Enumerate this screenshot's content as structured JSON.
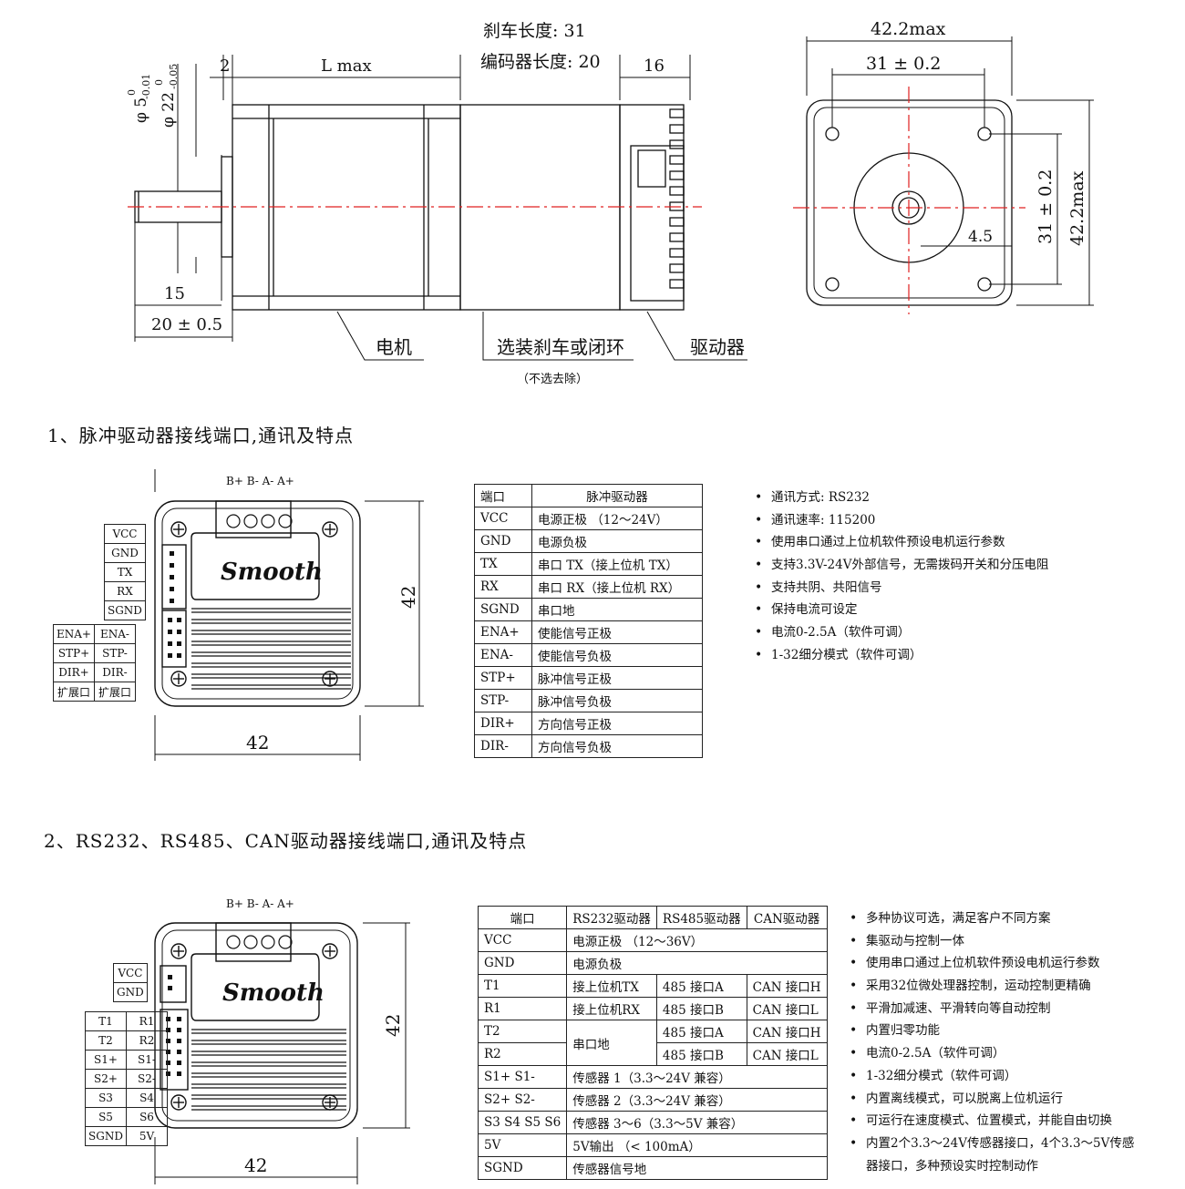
{
  "top_drawing": {
    "brake_length": "刹车长度: 31",
    "encoder_length": "编码器长度: 20",
    "dim_2": "2",
    "dim_l": "L max",
    "dim_16": "16",
    "dim_15": "15",
    "dim_20": "20 ± 0.5",
    "shaft_phi5": "φ 5",
    "shaft_phi5_tol_up": "0",
    "shaft_phi5_tol_low": "-0.01",
    "shaft_phi22": "φ 22",
    "shaft_phi22_tol_up": "0",
    "shaft_phi22_tol_low": "-0.05",
    "label_motor": "电机",
    "label_option": "选装刹车或闭环",
    "label_option_note": "（不选去除）",
    "label_driver": "驱动器",
    "front_max_w": "42.2max",
    "front_hole_w": "31 ± 0.2",
    "front_hole_h": "31 ± 0.2",
    "front_max_h": "42.2max",
    "front_flat": "4.5"
  },
  "section1": {
    "title": "1、脉冲驱动器接线端口,通讯及特点",
    "terminal_label": "B+ B- A- A+",
    "brand": "Smooth",
    "dim_w": "42",
    "dim_h": "42",
    "pin_labels_single": [
      "VCC",
      "GND",
      "TX",
      "RX",
      "SGND"
    ],
    "pin_labels_double": [
      [
        "ENA+",
        "ENA-"
      ],
      [
        "STP+",
        "STP-"
      ],
      [
        "DIR+",
        "DIR-"
      ],
      [
        "扩展口",
        "扩展口"
      ]
    ],
    "table_header": [
      "端口",
      "脉冲驱动器"
    ],
    "table_rows": [
      [
        "VCC",
        "电源正极 （12～24V）"
      ],
      [
        "GND",
        "电源负极"
      ],
      [
        "TX",
        "串口 TX（接上位机 TX）"
      ],
      [
        "RX",
        "串口 RX（接上位机 RX）"
      ],
      [
        "SGND",
        "串口地"
      ],
      [
        "ENA+",
        "使能信号正极"
      ],
      [
        "ENA-",
        "使能信号负极"
      ],
      [
        "STP+",
        "脉冲信号正极"
      ],
      [
        "STP-",
        "脉冲信号负极"
      ],
      [
        "DIR+",
        "方向信号正极"
      ],
      [
        "DIR-",
        "方向信号负极"
      ]
    ],
    "features": [
      "通讯方式: RS232",
      "通讯速率: 115200",
      "使用串口通过上位机软件预设电机运行参数",
      "支持3.3V-24V外部信号，无需拨码开关和分压电阻",
      "支持共阴、共阳信号",
      "保持电流可设定",
      "电流0-2.5A（软件可调）",
      "1-32细分模式（软件可调）"
    ]
  },
  "section2": {
    "title": "2、RS232、RS485、CAN驱动器接线端口,通讯及特点",
    "terminal_label": "B+ B- A- A+",
    "brand": "Smooth",
    "dim_w": "42",
    "dim_h": "42",
    "pin_labels_single": [
      "VCC",
      "GND"
    ],
    "pin_labels_double": [
      [
        "T1",
        "R1"
      ],
      [
        "T2",
        "R2"
      ],
      [
        "S1+",
        "S1-"
      ],
      [
        "S2+",
        "S2-"
      ],
      [
        "S3",
        "S4"
      ],
      [
        "S5",
        "S6"
      ],
      [
        "SGND",
        "5V"
      ]
    ],
    "table_header": [
      "端口",
      "RS232驱动器",
      "RS485驱动器",
      "CAN驱动器"
    ],
    "rows": {
      "vcc": [
        "VCC",
        "电源正极 （12～36V）"
      ],
      "gnd": [
        "GND",
        "电源负极"
      ],
      "t1": [
        "T1",
        "接上位机TX",
        "485 接口A",
        "CAN 接口H"
      ],
      "r1": [
        "R1",
        "接上位机RX",
        "485 接口B",
        "CAN 接口L"
      ],
      "t2": [
        "T2",
        "串口地",
        "485 接口A",
        "CAN 接口H"
      ],
      "r2": [
        "R2",
        "485 接口B",
        "CAN 接口L"
      ],
      "s1": [
        "S1+  S1-",
        "传感器 1（3.3～24V 兼容）"
      ],
      "s2": [
        "S2+  S2-",
        "传感器 2（3.3～24V 兼容）"
      ],
      "s36": [
        "S3 S4 S5 S6",
        "传感器 3～6（3.3～5V 兼容）"
      ],
      "v5": [
        "5V",
        "5V输出 （< 100mA）"
      ],
      "sgnd": [
        "SGND",
        "传感器信号地"
      ]
    },
    "features": [
      "多种协议可选，满足客户不同方案",
      "集驱动与控制一体",
      "使用串口通过上位机软件预设电机运行参数",
      "采用32位微处理器控制，运动控制更精确",
      "平滑加减速、平滑转向等自动控制",
      "内置归零功能",
      "电流0-2.5A（软件可调）",
      "1-32细分模式（软件可调）",
      "内置离线模式，可以脱离上位机运行",
      "可运行在速度模式、位置模式，并能自由切换",
      "内置2个3.3～24V传感器接口，4个3.3～5V传感",
      "器接口，多种预设实时控制动作"
    ]
  }
}
